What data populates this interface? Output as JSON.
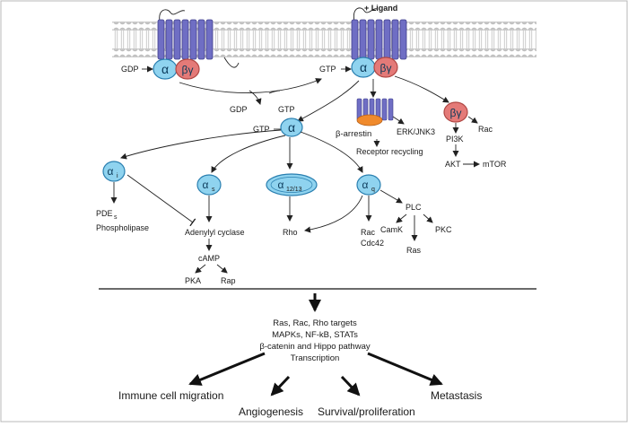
{
  "membrane": {
    "ligand_label": "+ Ligand"
  },
  "receptor_left": {
    "gdp_label": "GDP",
    "alpha": "α",
    "betagamma": "βγ"
  },
  "receptor_right": {
    "gtp_label": "GTP",
    "alpha": "α",
    "betagamma": "βγ"
  },
  "exchange": {
    "gdp": "GDP",
    "gtp": "GTP"
  },
  "alpha_node": {
    "gtp": "GTP",
    "alpha": "α"
  },
  "arrestin": {
    "label": "β-arrestin",
    "erk": "ERK/JNK3",
    "recycling": "Receptor recycling"
  },
  "betagamma_branch": {
    "symbol": "βγ",
    "rac": "Rac",
    "pi3k": "PI3K",
    "akt": "AKT",
    "mtor": "mTOR"
  },
  "subunits": {
    "ai": {
      "base": "α",
      "sub": "i"
    },
    "as": {
      "base": "α",
      "sub": "s"
    },
    "a1213": {
      "base": "α",
      "sub": "12/13"
    },
    "aq": {
      "base": "α",
      "sub": "q"
    }
  },
  "ai_targets": {
    "pde": "PDE",
    "pde_sub": "s",
    "phospholipase": "Phospholipase"
  },
  "as_targets": {
    "adenylyl": "Adenylyl cyclase",
    "camp": "cAMP",
    "pka": "PKA",
    "rap": "Rap"
  },
  "a1213_targets": {
    "rho": "Rho"
  },
  "aq_targets": {
    "plc": "PLC",
    "camk": "CamK",
    "pkc": "PKC",
    "ras": "Ras",
    "rac": "Rac",
    "cdc42": "Cdc42"
  },
  "outputs": {
    "lines": [
      "Ras, Rac, Rho targets",
      "MAPKs, NF-kB, STATs",
      "β-catenin and Hippo pathway",
      "Transcription"
    ],
    "immune": "Immune cell migration",
    "angiogenesis": "Angiogenesis",
    "survival": "Survival/proliferation",
    "metastasis": "Metastasis"
  },
  "colors": {
    "alpha_fill": "#8fd3ef",
    "alpha_stroke": "#2a7fb0",
    "bg_fill": "#e47a78",
    "bg_stroke": "#b04844",
    "helix": "#6f6ec4",
    "helix_stroke": "#3f3e8a",
    "arrestin": "#f08a2c",
    "lipid_head": "#c8c8c8"
  }
}
